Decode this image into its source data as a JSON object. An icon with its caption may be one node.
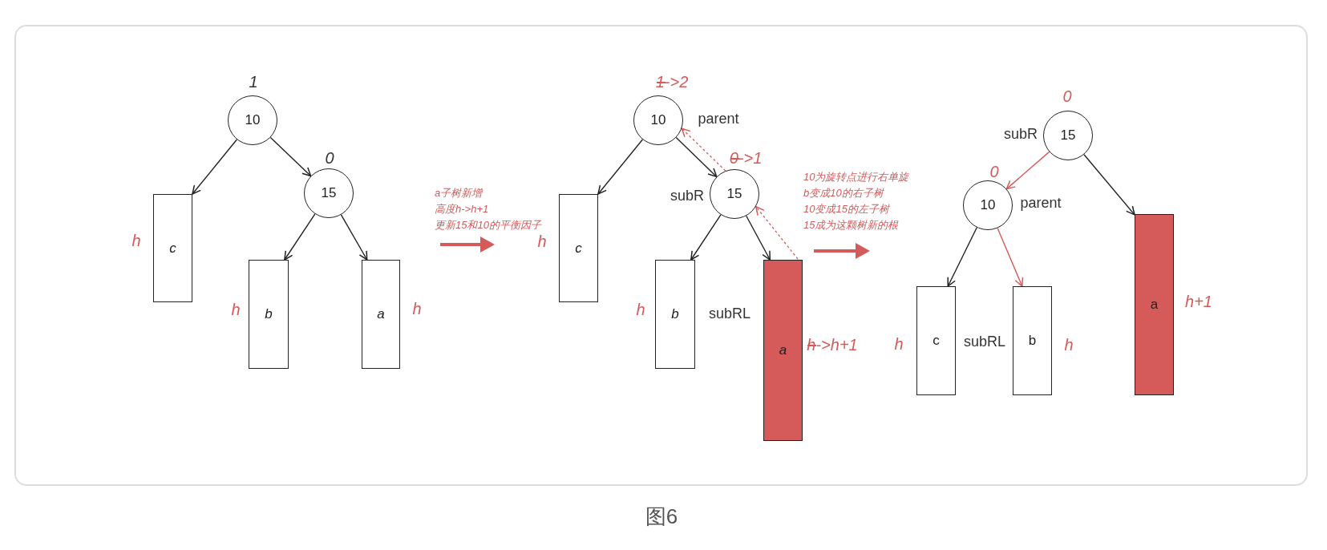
{
  "diagram": {
    "caption": "图6",
    "nodes": [
      {
        "text": [
          "10"
        ],
        "beside": [
          "1"
        ]
      },
      {
        "text": [
          "15"
        ],
        "beside": [
          "0"
        ]
      },
      {
        "text": [
          "c"
        ],
        "beside": [
          "h"
        ]
      },
      {
        "text": [
          "b"
        ],
        "beside": [
          "h"
        ]
      },
      {
        "text": [
          "a"
        ],
        "beside": [
          "h"
        ]
      },
      {
        "text": [
          "10"
        ],
        "beside": [
          "1->2",
          "parent"
        ]
      },
      {
        "text": [
          "15"
        ],
        "beside": [
          "0->1",
          "subR"
        ]
      },
      {
        "text": [
          "c"
        ],
        "beside": [
          "h"
        ]
      },
      {
        "text": [
          "b"
        ],
        "beside": [
          "h",
          "subRL"
        ]
      },
      {
        "text": [
          "a"
        ],
        "beside": [
          "h->h+1"
        ]
      },
      {
        "text": [
          "15"
        ],
        "beside": [
          "0",
          "subR"
        ]
      },
      {
        "text": [
          "10"
        ],
        "beside": [
          "0",
          "parent"
        ]
      },
      {
        "text": [
          "c"
        ],
        "beside": [
          "h"
        ]
      },
      {
        "text": [
          "b"
        ],
        "beside": [
          "subRL",
          "h"
        ]
      },
      {
        "text": [
          "a"
        ],
        "beside": [
          "h+1"
        ]
      }
    ],
    "edges": [
      {
        "from": 0,
        "to": 2,
        "arrow": "to"
      },
      {
        "from": 0,
        "to": 1,
        "arrow": "to"
      },
      {
        "from": 1,
        "to": 3,
        "arrow": "to"
      },
      {
        "from": 1,
        "to": 4,
        "arrow": "to"
      },
      {
        "from": 5,
        "to": 7,
        "arrow": "to"
      },
      {
        "from": 5,
        "to": 6,
        "arrow": "to"
      },
      {
        "from": 6,
        "to": 8,
        "arrow": "to"
      },
      {
        "from": 6,
        "to": 9,
        "arrow": "to"
      },
      {
        "from": 9,
        "to": 6,
        "arrow": "to",
        "style": "dashed",
        "color": "#d45b5a"
      },
      {
        "from": 6,
        "to": 5,
        "arrow": "to",
        "style": "dashed",
        "color": "#d45b5a"
      },
      {
        "from": 10,
        "to": 11,
        "arrow": "to",
        "color": "#d45b5a"
      },
      {
        "from": 10,
        "to": 14,
        "arrow": "to"
      },
      {
        "from": 11,
        "to": 12,
        "arrow": "to"
      },
      {
        "from": 11,
        "to": 13,
        "arrow": "to",
        "color": "#d45b5a"
      }
    ],
    "labels": [
      "a子树新增",
      "高度h->h+1",
      "更新15和10的平衡因子",
      "10为旋转点进行右单旋",
      "b变成10的右子树",
      "10变成15的左子树",
      "15成为这颗树新的根"
    ]
  }
}
